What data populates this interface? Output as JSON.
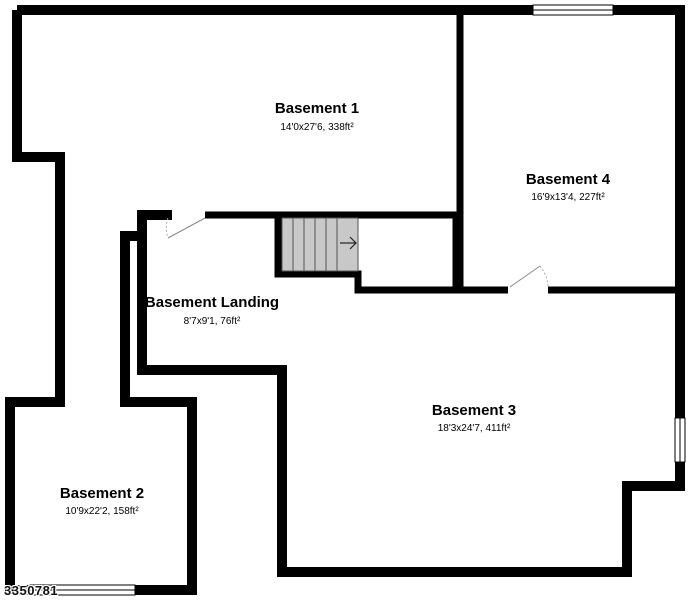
{
  "rooms": [
    {
      "name": "Basement 1",
      "dimensions": "14'0x27'6, 338ft²"
    },
    {
      "name": "Basement 4",
      "dimensions": "16'9x13'4, 227ft²"
    },
    {
      "name": "Basement Landing",
      "dimensions": "8'7x9'1, 76ft²"
    },
    {
      "name": "Basement 3",
      "dimensions": "18'3x24'7, 411ft²"
    },
    {
      "name": "Basement 2",
      "dimensions": "10'9x22'2, 158ft²"
    }
  ],
  "listing_id": "3350781",
  "colors": {
    "wall": "#000000",
    "stair_fill": "#c8c8c8",
    "background": "#ffffff"
  }
}
